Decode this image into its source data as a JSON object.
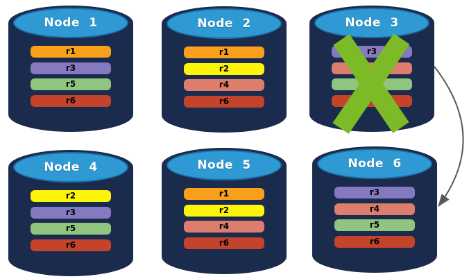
{
  "diagram": {
    "background": "#ffffff",
    "colors": {
      "cylinder_body": "#1B2B4D",
      "cylinder_top_face": "#2F99D3",
      "cylinder_top_border": "#1B6FA5",
      "node_title_text": "#FFFFFF",
      "replica_label_text": "#000000",
      "failure_x_mark": "#7CBA28",
      "arrow": "#595959",
      "replica_colors": {
        "r1": "#F9A01B",
        "r2": "#FCF50A",
        "r3": "#8579BF",
        "r4": "#DC7E6B",
        "r5": "#90C57F",
        "r6": "#C4432B"
      }
    },
    "nodes": [
      {
        "title": "Node 1",
        "replicas": [
          "r1",
          "r3",
          "r5",
          "r6"
        ],
        "failed": false
      },
      {
        "title": "Node 2",
        "replicas": [
          "r1",
          "r2",
          "r4",
          "r6"
        ],
        "failed": false
      },
      {
        "title": "Node 3",
        "replicas": [
          "r3",
          "r4",
          "r5",
          "r6"
        ],
        "failed": true
      },
      {
        "title": "Node 4",
        "replicas": [
          "r2",
          "r3",
          "r5",
          "r6"
        ],
        "failed": false
      },
      {
        "title": "Node 5",
        "replicas": [
          "r1",
          "r2",
          "r4",
          "r6"
        ],
        "failed": false
      },
      {
        "title": "Node 6",
        "replicas": [
          "r3",
          "r4",
          "r5",
          "r6"
        ],
        "failed": false
      }
    ],
    "failure_marker": {
      "node": "Node 3",
      "shape": "x-mark"
    },
    "arrow": {
      "from": "Node 3",
      "to": "Node 6",
      "style": "curved"
    }
  }
}
